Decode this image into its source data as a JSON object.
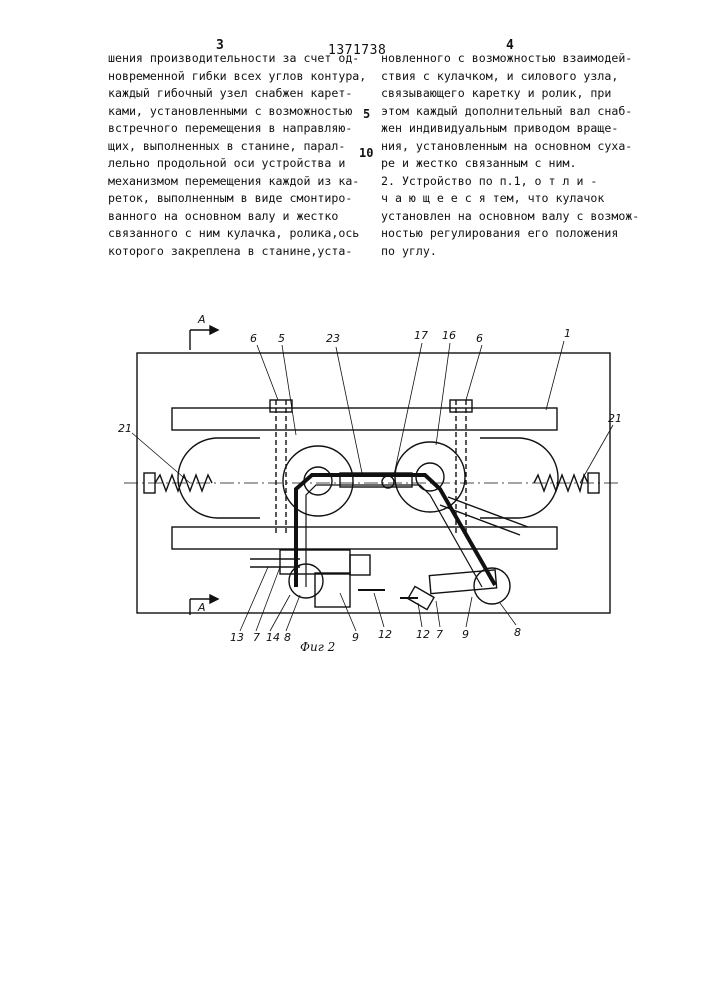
{
  "header": {
    "left_page": "3",
    "doc_number": "1371738",
    "right_page": "4"
  },
  "line_numbers": [
    "5",
    "10"
  ],
  "left_column": [
    "шения производительности за счет од-",
    "новременной гибки всех углов контура,",
    "каждый гибочный узел снабжен карет-",
    "ками, установленными с возможностью",
    "встречного перемещения в направляю-",
    "щих, выполненных в станине, парал-",
    "лельно продольной оси устройства и",
    "механизмом перемещения каждой из ка-",
    "реток, выполненным в виде смонтиро-",
    "ванного на основном валу и жестко",
    "связанного с ним кулачка, ролика,ось",
    "которого закреплена в станине,уста-"
  ],
  "right_column": [
    "новленного с возможностью взаимодей-",
    "ствия с кулачком, и силового узла,",
    "связывающего каретку и ролик, при",
    "этом каждый дополнительный вал снаб-",
    "жен индивидуальным приводом враще-",
    "ния, установленным на основном сухa-",
    "ре и жестко связанным с ним.",
    "    2. Устройство по п.1, о т л и -",
    "ч а ю щ е е с я  тем, что кулачок",
    "установлен на основном валу с возмож-",
    "ностью регулирования его положения",
    "по углу."
  ],
  "figure": {
    "caption": "Фиг 2",
    "section_mark": "A",
    "labels": {
      "n1": "1",
      "n5": "5",
      "n6a": "6",
      "n6b": "6",
      "n7a": "7",
      "n7b": "7",
      "n8a": "8",
      "n8b": "8",
      "n9a": "9",
      "n9b": "9",
      "n12a": "12",
      "n12b": "12",
      "n13": "13",
      "n14": "14",
      "n16": "16",
      "n17": "17",
      "n21a": "21",
      "n21b": "21",
      "n23": "23"
    }
  }
}
